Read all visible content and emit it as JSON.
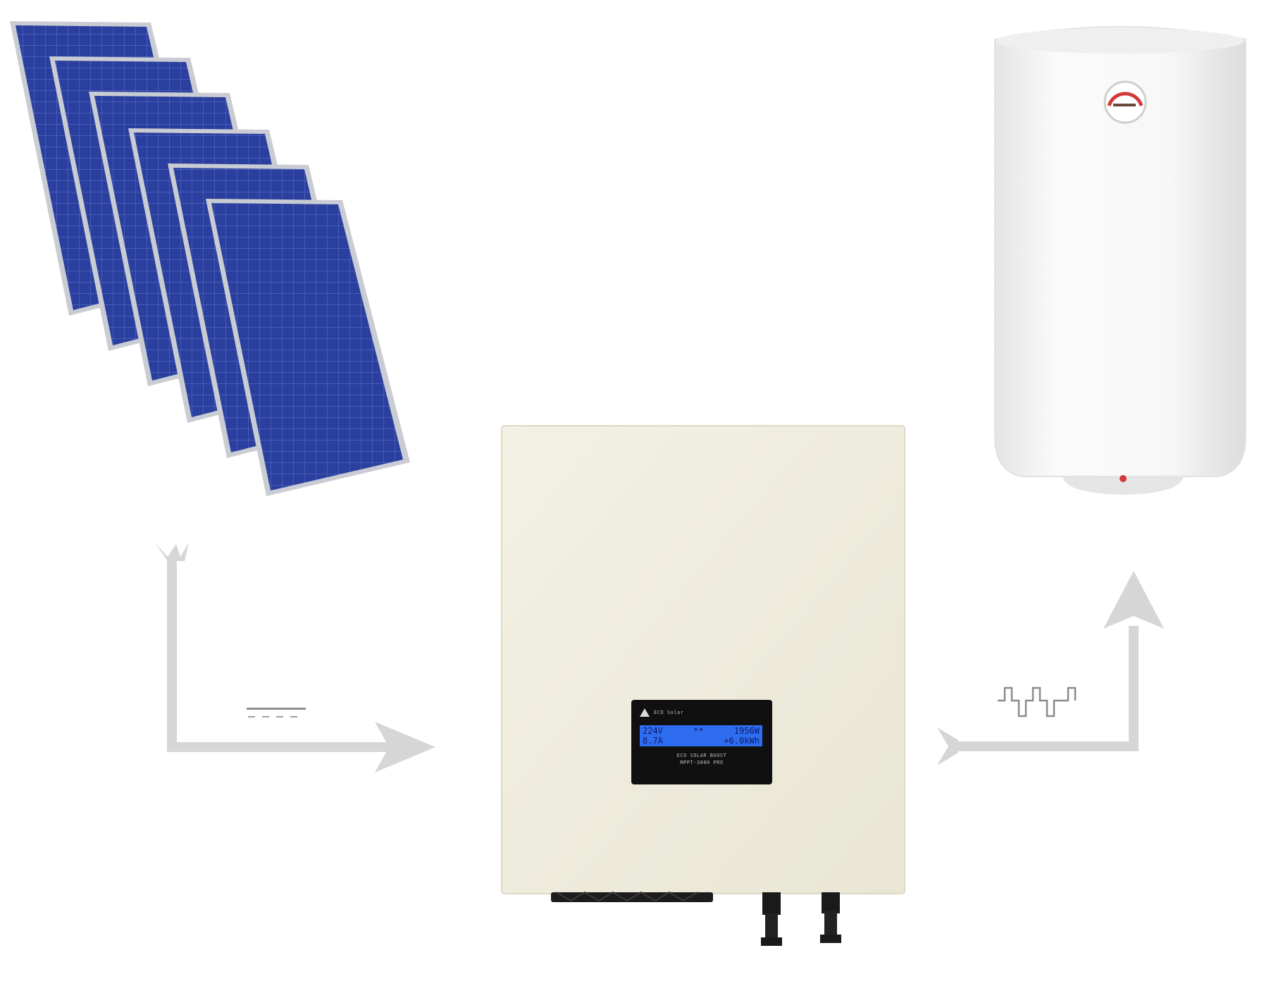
{
  "diagram": {
    "colors": {
      "background": "#ffffff",
      "arrow": "#d6d6d6",
      "panel_blue": "#2a3f9e",
      "panel_frame": "#c9ccd3",
      "inverter_body": "#efedde",
      "lcd_screen": "#2f6df0",
      "boiler_body": "#f4f4f4",
      "gauge_red": "#d23a3a"
    },
    "components": [
      {
        "id": "solar-panels",
        "icon": "solar-panel-array"
      },
      {
        "id": "inverter",
        "icon": "mppt-solar-inverter"
      },
      {
        "id": "water-heater",
        "icon": "electric-water-boiler"
      }
    ],
    "flows": [
      {
        "from": "solar-panels",
        "to": "inverter",
        "symbol": "dc-symbol"
      },
      {
        "from": "inverter",
        "to": "water-heater",
        "symbol": "square-wave-symbol"
      }
    ]
  },
  "inverter": {
    "display": {
      "brand": "ECO Solar",
      "line1_left": "224V",
      "line1_mid": "**",
      "line1_right": "1956W",
      "line2_left": "8.7A",
      "line2_right": "+6.0kWh",
      "caption_line1": "ECO SOLAR BOOST",
      "caption_line2": "MPPT-3000 PRO"
    }
  }
}
